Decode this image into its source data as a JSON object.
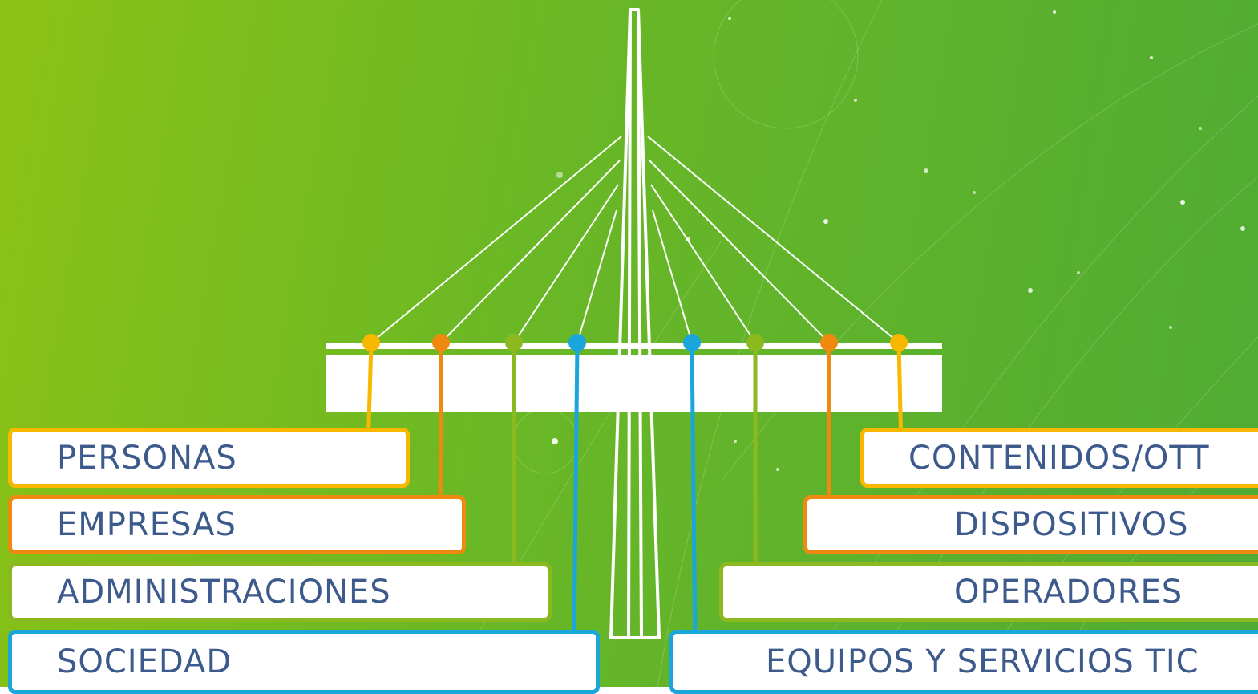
{
  "colors": {
    "yellow": "#f8b800",
    "orange": "#ee8a10",
    "green": "#8bba20",
    "blue": "#1aa6da",
    "text": "#3d5a8c"
  },
  "left_boxes": [
    {
      "label": "PERSONAS",
      "color": "yellow"
    },
    {
      "label": "EMPRESAS",
      "color": "orange"
    },
    {
      "label": "ADMINISTRACIONES",
      "color": "green"
    },
    {
      "label": "SOCIEDAD",
      "color": "blue"
    }
  ],
  "right_boxes": [
    {
      "label": "CONTENIDOS/OTT",
      "color": "yellow"
    },
    {
      "label": "DISPOSITIVOS",
      "color": "orange"
    },
    {
      "label": "OPERADORES",
      "color": "green"
    },
    {
      "label": "EQUIPOS Y SERVICIOS TIC",
      "color": "blue"
    }
  ]
}
